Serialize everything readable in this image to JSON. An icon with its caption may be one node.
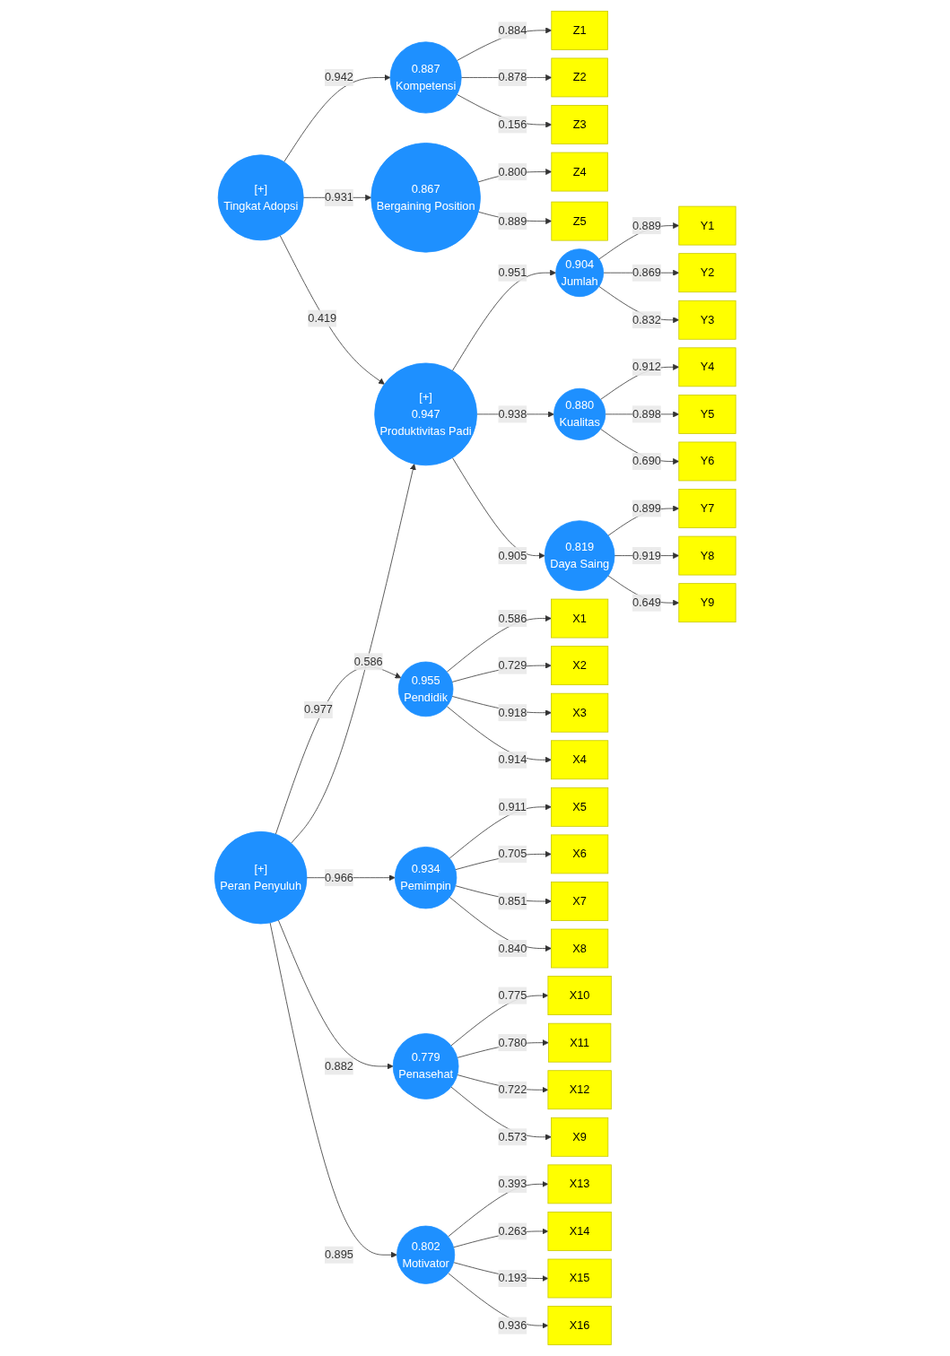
{
  "diagram": {
    "nodes": [
      {
        "text": [
          "Z1"
        ]
      },
      {
        "text": [
          "Z2"
        ]
      },
      {
        "text": [
          "Z3"
        ]
      },
      {
        "text": [
          "0.887",
          "Kompetensi"
        ]
      },
      {
        "text": [
          "[+]",
          "Tingkat Adopsi"
        ]
      },
      {
        "text": [
          "Z4"
        ]
      },
      {
        "text": [
          "Z5"
        ]
      },
      {
        "text": [
          "0.867",
          "Bergaining Position"
        ]
      },
      {
        "text": [
          "Y1"
        ]
      },
      {
        "text": [
          "Y2"
        ]
      },
      {
        "text": [
          "Y3"
        ]
      },
      {
        "text": [
          "0.904",
          "Jumlah"
        ]
      },
      {
        "text": [
          "[+]",
          "0.947",
          "Produktivitas Padi"
        ]
      },
      {
        "text": [
          "X1"
        ]
      },
      {
        "text": [
          "X2"
        ]
      },
      {
        "text": [
          "X3"
        ]
      },
      {
        "text": [
          "X4"
        ]
      },
      {
        "text": [
          "0.955",
          "Pendidik"
        ]
      },
      {
        "text": [
          "Y4"
        ]
      },
      {
        "text": [
          "Y5"
        ]
      },
      {
        "text": [
          "Y6"
        ]
      },
      {
        "text": [
          "0.880",
          "Kualitas"
        ]
      },
      {
        "text": [
          "X5"
        ]
      },
      {
        "text": [
          "X6"
        ]
      },
      {
        "text": [
          "X7"
        ]
      },
      {
        "text": [
          "X8"
        ]
      },
      {
        "text": [
          "0.934",
          "Pemimpin"
        ]
      },
      {
        "text": [
          "[+]",
          "Peran Penyuluh"
        ]
      },
      {
        "text": [
          "Y7"
        ]
      },
      {
        "text": [
          "Y8"
        ]
      },
      {
        "text": [
          "Y9"
        ]
      },
      {
        "text": [
          "0.819",
          "Daya Saing"
        ]
      },
      {
        "text": [
          "X10"
        ]
      },
      {
        "text": [
          "X11"
        ]
      },
      {
        "text": [
          "X12"
        ]
      },
      {
        "text": [
          "X9"
        ]
      },
      {
        "text": [
          "0.779",
          "Penasehat"
        ]
      },
      {
        "text": [
          "X13"
        ]
      },
      {
        "text": [
          "X14"
        ]
      },
      {
        "text": [
          "X15"
        ]
      },
      {
        "text": [
          "X16"
        ]
      },
      {
        "text": [
          "0.802",
          "Motivator"
        ]
      }
    ],
    "edges": [
      {
        "from": 3,
        "to": 0,
        "arrow": "to",
        "label": "0.884"
      },
      {
        "from": 3,
        "to": 1,
        "arrow": "to",
        "label": "0.878"
      },
      {
        "from": 3,
        "to": 2,
        "arrow": "to",
        "label": "0.156"
      },
      {
        "from": 4,
        "to": 3,
        "arrow": "to",
        "label": "0.942"
      },
      {
        "from": 4,
        "to": 7,
        "arrow": "to",
        "label": "0.931"
      },
      {
        "from": 7,
        "to": 5,
        "arrow": "to",
        "label": "0.800"
      },
      {
        "from": 7,
        "to": 6,
        "arrow": "to",
        "label": "0.889"
      },
      {
        "from": 4,
        "to": 12,
        "arrow": "to",
        "label": "0.419"
      },
      {
        "from": 12,
        "to": 11,
        "arrow": "to",
        "label": "0.951"
      },
      {
        "from": 11,
        "to": 8,
        "arrow": "to",
        "label": "0.889"
      },
      {
        "from": 11,
        "to": 9,
        "arrow": "to",
        "label": "0.869"
      },
      {
        "from": 11,
        "to": 10,
        "arrow": "to",
        "label": "0.832"
      },
      {
        "from": 17,
        "to": 13,
        "arrow": "to",
        "label": "0.586"
      },
      {
        "from": 17,
        "to": 14,
        "arrow": "to",
        "label": "0.729"
      },
      {
        "from": 17,
        "to": 15,
        "arrow": "to",
        "label": "0.918"
      },
      {
        "from": 17,
        "to": 16,
        "arrow": "to",
        "label": "0.914"
      },
      {
        "from": 27,
        "to": 17,
        "arrow": "to",
        "label": "0.977"
      },
      {
        "from": 12,
        "to": 21,
        "arrow": "to",
        "label": "0.938"
      },
      {
        "from": 21,
        "to": 18,
        "arrow": "to",
        "label": "0.912"
      },
      {
        "from": 21,
        "to": 19,
        "arrow": "to",
        "label": "0.898"
      },
      {
        "from": 21,
        "to": 20,
        "arrow": "to",
        "label": "0.690"
      },
      {
        "from": 27,
        "to": 12,
        "arrow": "to",
        "label": "0.586"
      },
      {
        "from": 12,
        "to": 31,
        "arrow": "to",
        "label": "0.905"
      },
      {
        "from": 26,
        "to": 22,
        "arrow": "to",
        "label": "0.911"
      },
      {
        "from": 26,
        "to": 23,
        "arrow": "to",
        "label": "0.705"
      },
      {
        "from": 26,
        "to": 24,
        "arrow": "to",
        "label": "0.851"
      },
      {
        "from": 26,
        "to": 25,
        "arrow": "to",
        "label": "0.840"
      },
      {
        "from": 27,
        "to": 26,
        "arrow": "to",
        "label": "0.966"
      },
      {
        "from": 27,
        "to": 36,
        "arrow": "to",
        "label": "0.882"
      },
      {
        "from": 27,
        "to": 41,
        "arrow": "to",
        "label": "0.895"
      },
      {
        "from": 31,
        "to": 28,
        "arrow": "to",
        "label": "0.899"
      },
      {
        "from": 31,
        "to": 29,
        "arrow": "to",
        "label": "0.919"
      },
      {
        "from": 31,
        "to": 30,
        "arrow": "to",
        "label": "0.649"
      },
      {
        "from": 36,
        "to": 32,
        "arrow": "to",
        "label": "0.775"
      },
      {
        "from": 36,
        "to": 33,
        "arrow": "to",
        "label": "0.780"
      },
      {
        "from": 36,
        "to": 34,
        "arrow": "to",
        "label": "0.722"
      },
      {
        "from": 36,
        "to": 35,
        "arrow": "to",
        "label": "0.573"
      },
      {
        "from": 41,
        "to": 37,
        "arrow": "to",
        "label": "0.393"
      },
      {
        "from": 41,
        "to": 38,
        "arrow": "to",
        "label": "0.263"
      },
      {
        "from": 41,
        "to": 39,
        "arrow": "to",
        "label": "0.193"
      },
      {
        "from": 41,
        "to": 40,
        "arrow": "to",
        "label": "0.936"
      }
    ]
  }
}
